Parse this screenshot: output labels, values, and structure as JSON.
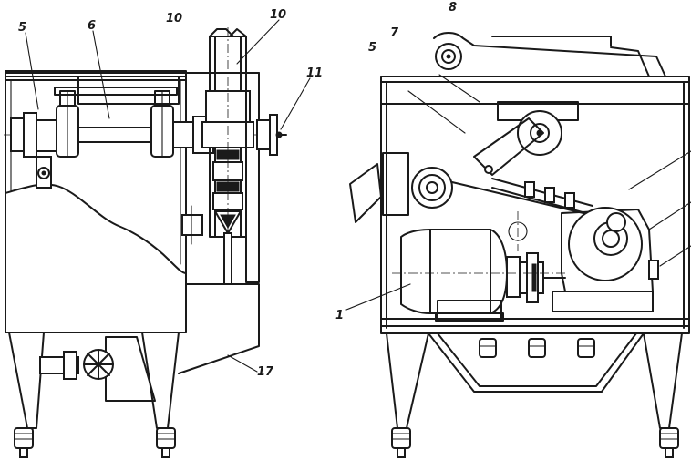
{
  "callouts": {
    "left": {
      "c5": "5",
      "c6": "6",
      "c10a": "10",
      "c10b": "10",
      "c11": "11",
      "c17": "17"
    },
    "right": {
      "c8": "8",
      "c5": "5",
      "c7": "7",
      "c1": "1"
    }
  }
}
